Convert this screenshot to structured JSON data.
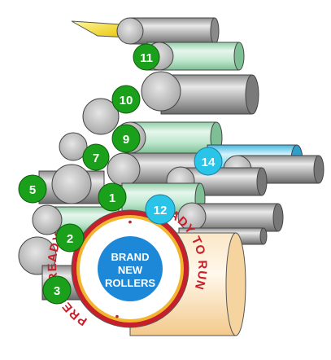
{
  "rollers": {
    "r11": "11",
    "r10": "10",
    "r9": "9",
    "r7": "7",
    "r14": "14",
    "r5": "5",
    "r1": "1",
    "r12": "12",
    "r2": "2",
    "r3": "3"
  },
  "badge": {
    "center_line1": "BRAND",
    "center_line2": "NEW",
    "center_line3": "ROLLERS",
    "ring_left": "PRESS READY",
    "ring_right": "READY TO RUN",
    "dot": "•"
  },
  "colors": {
    "green_label": "#1aa01a",
    "cyan_label": "#29c4e8",
    "badge_red": "#c8202a",
    "badge_gold": "#f2b530",
    "badge_blue": "#1e88d8",
    "cylinder_gray": "#b9b9b9",
    "cylinder_green_tint": "#bfe8cf",
    "cylinder_cyan_tint": "#7fd6f0",
    "cylinder_peach": "#f9ddb0"
  }
}
